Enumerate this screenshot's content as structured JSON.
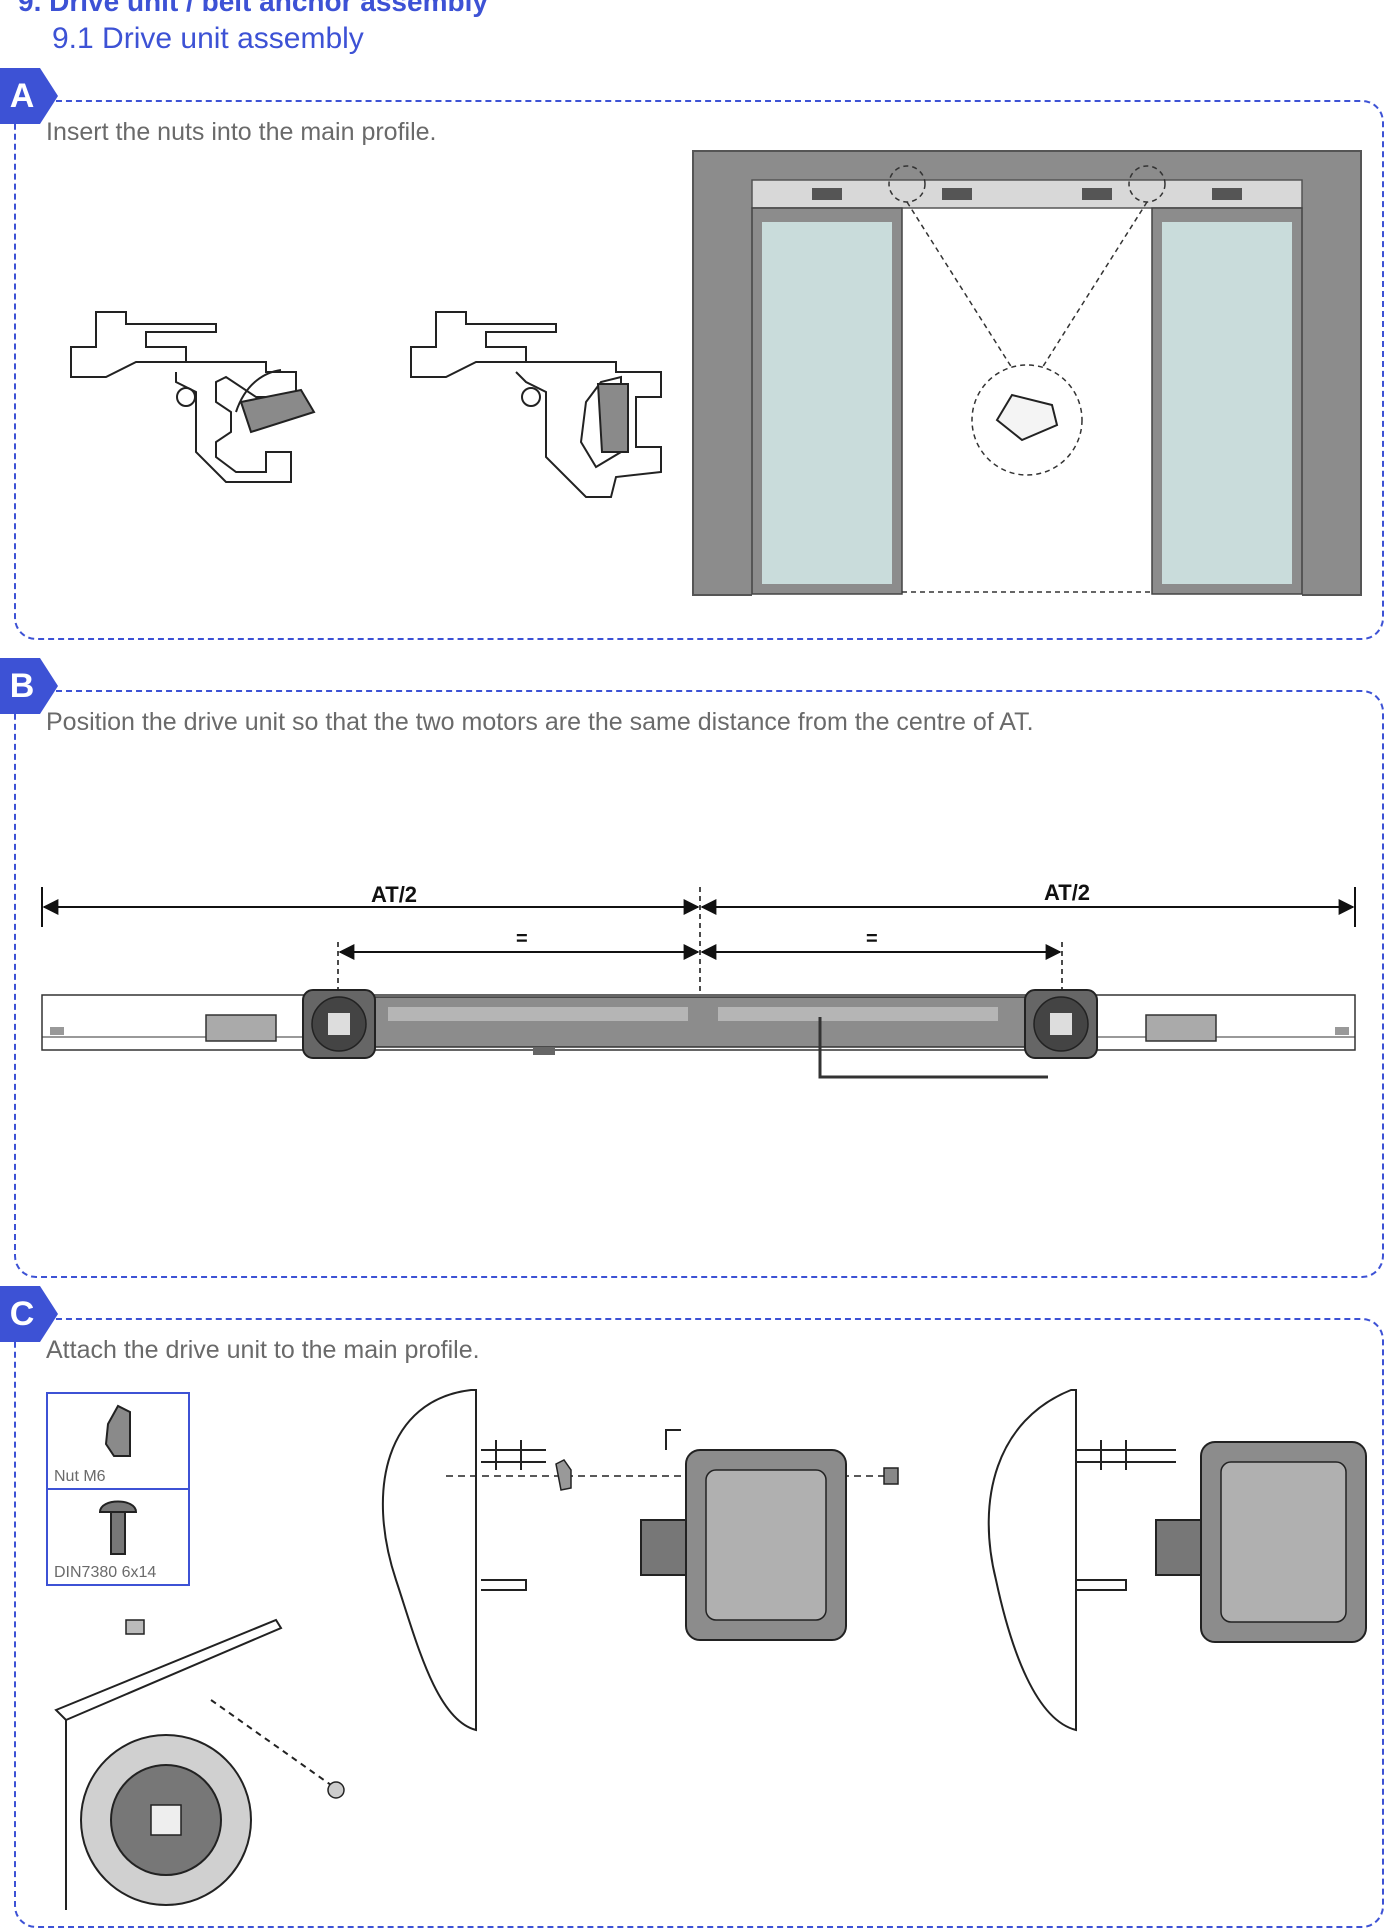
{
  "page": {
    "chapter_title": "9. Drive unit / belt anchor assembly",
    "subtitle": "9.1 Drive unit assembly"
  },
  "steps": [
    {
      "letter": "A",
      "instruction": "Insert the nuts into the main profile."
    },
    {
      "letter": "B",
      "instruction": "Position the drive unit so that the two motors are the same distance from the centre of AT.",
      "dim_left_label": "AT/2",
      "dim_right_label": "AT/2",
      "equal_left": "=",
      "equal_right": "="
    },
    {
      "letter": "C",
      "instruction": "Attach the drive unit to the main profile.",
      "parts": [
        {
          "label": "Nut M6",
          "icon": "nut-m6-icon"
        },
        {
          "label": "DIN7380 6x14",
          "icon": "screw-icon"
        }
      ]
    }
  ],
  "colors": {
    "accent": "#3d52d5",
    "glass": "#c9dcdb",
    "frame": "#8c8c8c",
    "motor": "#9a9a9a"
  }
}
